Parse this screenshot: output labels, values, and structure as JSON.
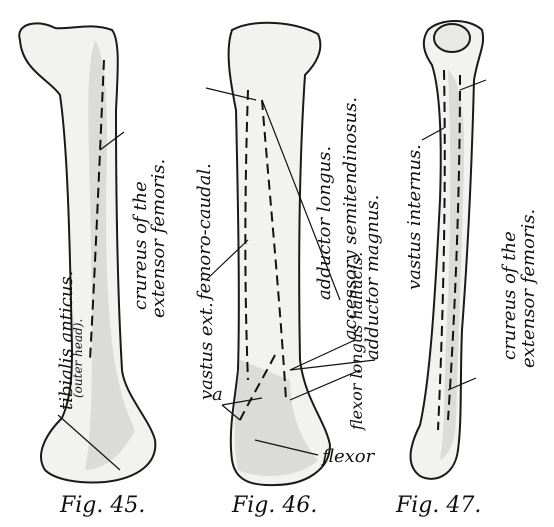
{
  "figures": [
    {
      "caption": "Fig. 45.",
      "labels": {
        "tibialis": "tibialis anticus.",
        "outer_head": "(outer head).",
        "crureus": "crureus of the",
        "extensor": "extensor femoris."
      }
    },
    {
      "caption": "Fig. 46.",
      "labels": {
        "femoro_caudal": "femoro-caudal.",
        "vastus_ext": "vastus ext.",
        "a": "a",
        "adductor_longus": "adductor longus.",
        "accessory": "accessory semitendinosus.",
        "adductor_magnus": "adductor magnus.",
        "flexor_longus": "flexor longus hallucis.",
        "flexor": "flexor"
      }
    },
    {
      "caption": "Fig. 47.",
      "labels": {
        "vastus_internus": "vastus internus.",
        "crureus": "crureus of the",
        "extensor": "extensor femoris."
      }
    }
  ]
}
